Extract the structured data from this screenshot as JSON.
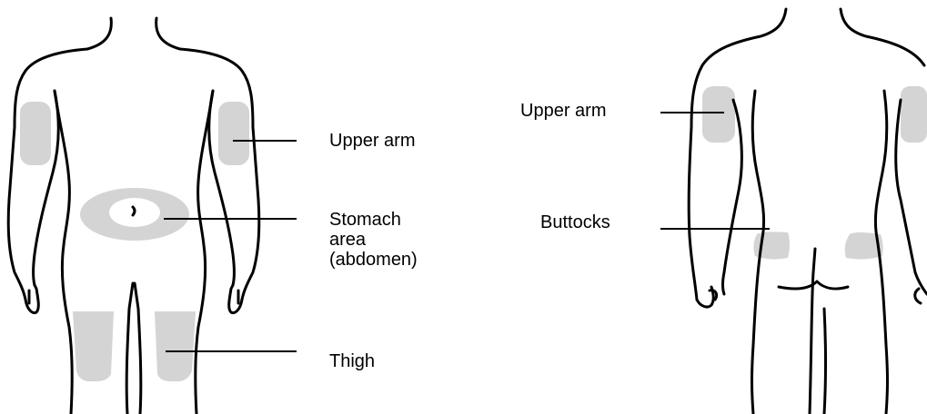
{
  "front_view": {
    "labels": {
      "upper_arm": "Upper arm",
      "stomach": [
        "Stomach",
        "area",
        "(abdomen)"
      ],
      "thigh": "Thigh"
    }
  },
  "back_view": {
    "labels": {
      "upper_arm": "Upper arm",
      "buttocks": "Buttocks"
    }
  },
  "colors": {
    "injection_zone": "#d4d4d4",
    "outline": "#000000",
    "background": "#ffffff"
  }
}
